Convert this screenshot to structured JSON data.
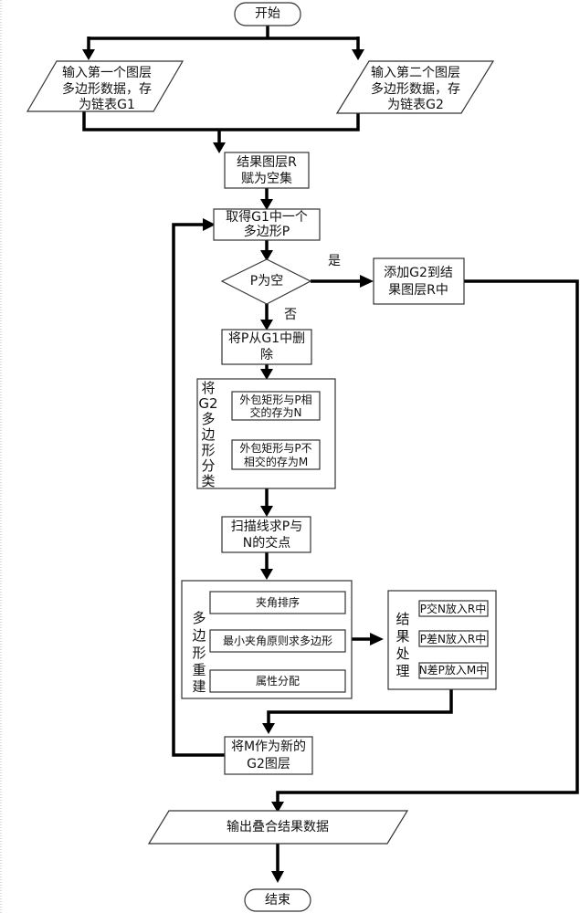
{
  "diagram": {
    "type": "flowchart",
    "start": "开始",
    "input_g1": [
      "输入第一个图层",
      "多边形数据，存",
      "为链表G1"
    ],
    "input_g2": [
      "输入第二个图层",
      "多边形数据，存",
      "为链表G2"
    ],
    "init_result": [
      "结果图层R",
      "赋为空集"
    ],
    "get_polygon": [
      "取得G1中一个",
      "多边形P"
    ],
    "decision": "P为空",
    "yes_label": "是",
    "no_label": "否",
    "add_g2": [
      "添加G2到结",
      "果图层R中"
    ],
    "delete_p": [
      "将P从G1中删",
      "除"
    ],
    "classify": {
      "label": [
        "将",
        "G2",
        "多",
        "边",
        "形",
        "分",
        "类"
      ],
      "intersect": [
        "外包矩形与P相",
        "交的存为N"
      ],
      "non_intersect": [
        "外包矩形与P不",
        "相交的存为M"
      ]
    },
    "scanline": [
      "扫描线求P与",
      "N的交点"
    ],
    "rebuild": {
      "label": [
        "多",
        "边",
        "形",
        "重",
        "建"
      ],
      "steps": [
        "夹角排序",
        "最小夹角原则求多边形",
        "属性分配"
      ]
    },
    "result_process": {
      "label": [
        "结",
        "果",
        "处",
        "理"
      ],
      "steps": [
        "P交N放入R中",
        "P差N放入R中",
        "N差P放入M中"
      ]
    },
    "new_g2": [
      "将M作为新的",
      "G2图层"
    ],
    "output": "输出叠合结果数据",
    "end": "结束"
  }
}
